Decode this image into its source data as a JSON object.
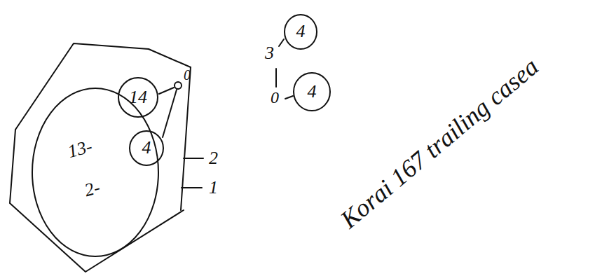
{
  "diagram": {
    "nodes": [
      {
        "text": [
          "13-",
          "2-"
        ]
      },
      {
        "text": [
          "14"
        ]
      },
      {
        "text": [
          "4"
        ]
      },
      {
        "text": [
          "4"
        ]
      },
      {
        "text": [
          "4"
        ]
      }
    ],
    "labels": [
      "0",
      "2",
      "1",
      "3",
      "0",
      "Korai 167 trailing casea"
    ]
  }
}
